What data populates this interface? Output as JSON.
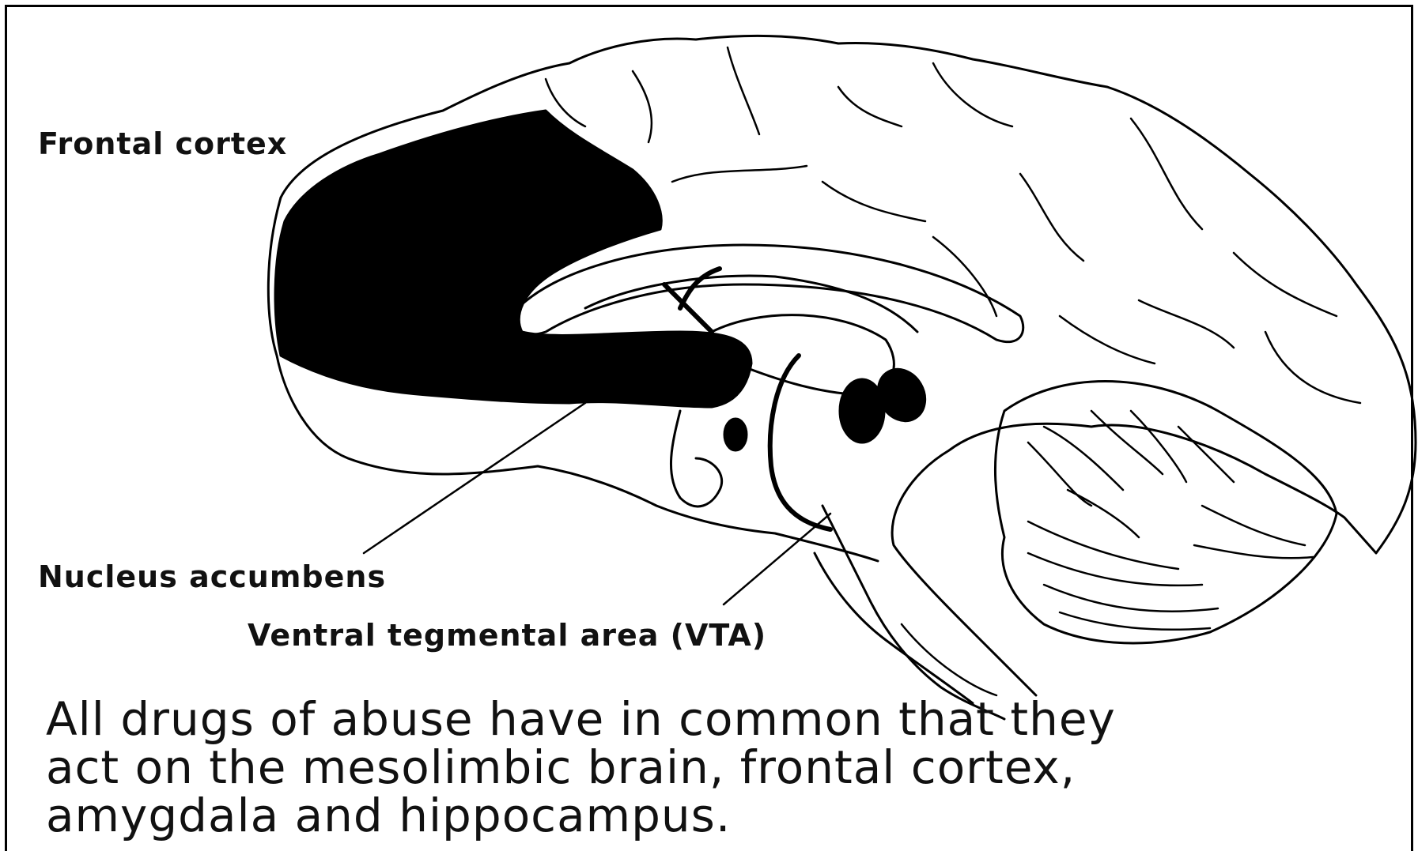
{
  "labels": {
    "frontal_cortex": "Frontal cortex",
    "nucleus_accumbens": "Nucleus accumbens",
    "vta": "Ventral tegmental area (VTA)"
  },
  "caption": {
    "line1": "All drugs of abuse have in common that they",
    "line2": "act on the mesolimbic brain, frontal cortex,",
    "line3": "amygdala and hippocampus."
  },
  "colors": {
    "ink": "#000000",
    "background": "#ffffff",
    "highlight": "#000000"
  }
}
